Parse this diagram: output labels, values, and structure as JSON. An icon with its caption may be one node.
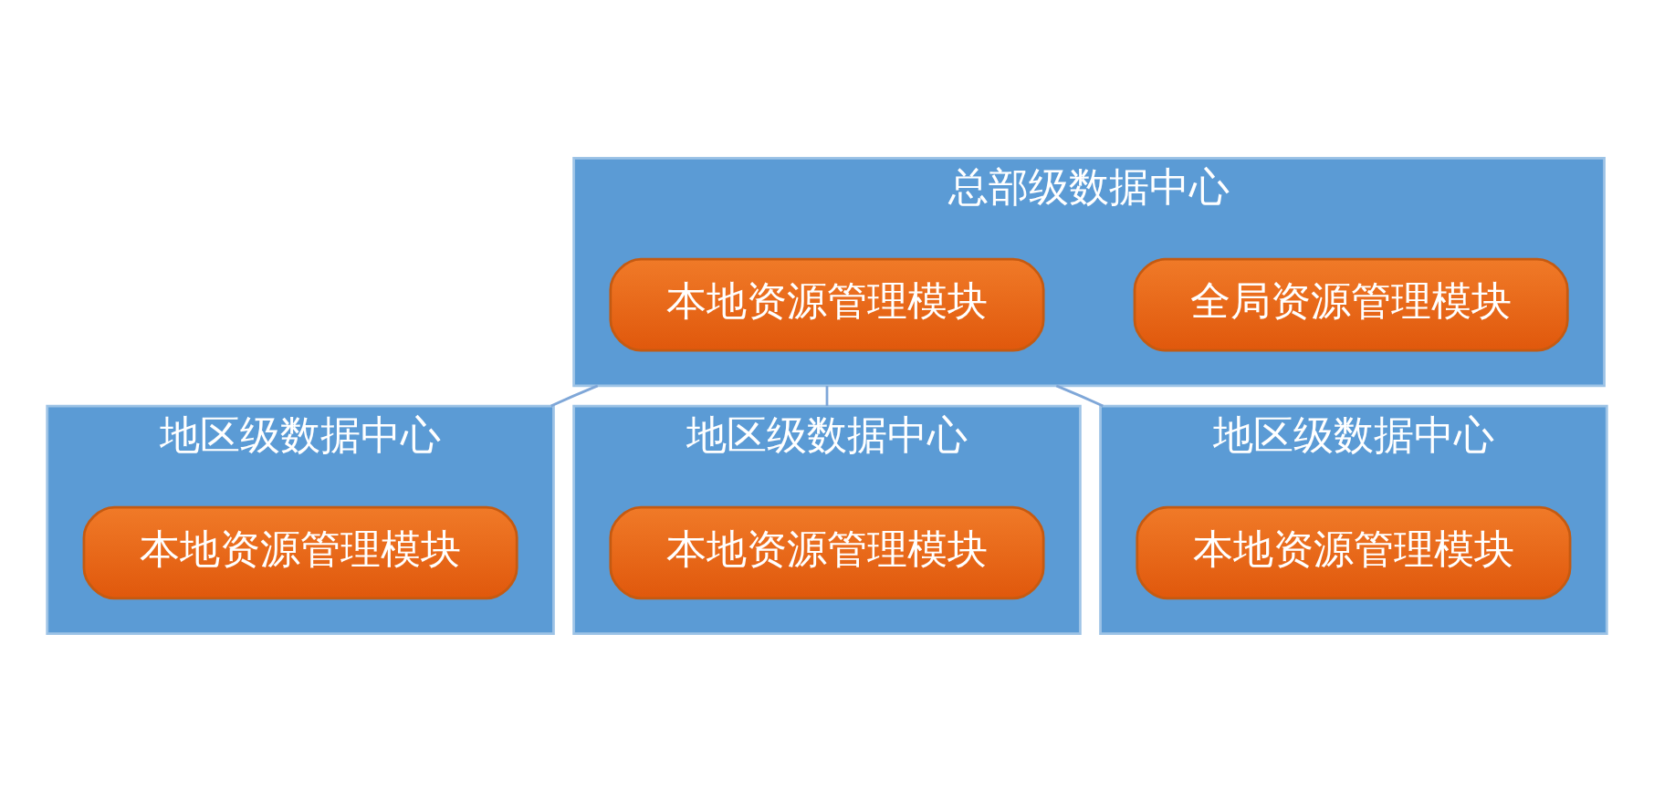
{
  "diagram": {
    "nodes": [
      {
        "text": [
          "总部级数据中心"
        ]
      },
      {
        "text": [
          "全局资源管理模块"
        ],
        "in": 0
      },
      {
        "text": [
          "本地资源管理模块"
        ],
        "in": 0
      },
      {
        "text": [
          "地区级数据中心"
        ]
      },
      {
        "text": [
          "本地资源管理模块"
        ],
        "in": 3
      },
      {
        "text": [
          "地区级数据中心"
        ]
      },
      {
        "text": [
          "本地资源管理模块"
        ],
        "in": 5
      },
      {
        "text": [
          "地区级数据中心"
        ]
      },
      {
        "text": [
          "本地资源管理模块"
        ],
        "in": 7
      }
    ],
    "edges": [
      {
        "from": 0,
        "to": 3,
        "arrow": "none"
      },
      {
        "from": 0,
        "to": 5,
        "arrow": "none"
      },
      {
        "from": 0,
        "to": 7,
        "arrow": "none"
      }
    ]
  }
}
